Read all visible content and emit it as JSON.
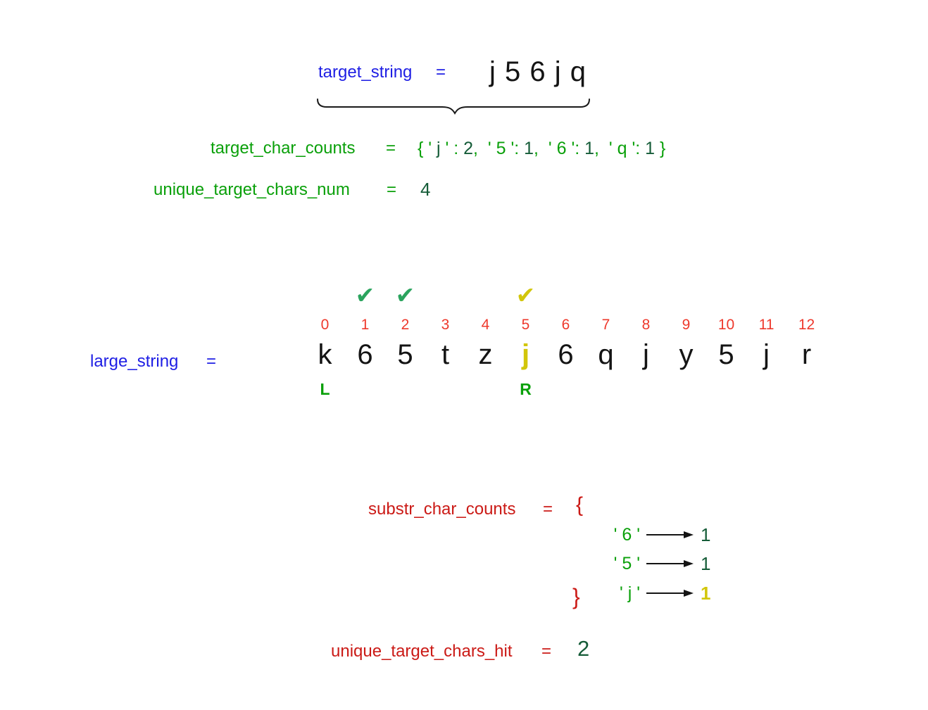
{
  "colors": {
    "blue": "#1e1ee4",
    "label-red": "#cb1a16",
    "index-red": "#ee392c",
    "green-bright": "#0aa00a",
    "green-dark": "#155c38",
    "check-green": "#2ba45e",
    "yellow": "#d2c60b",
    "ink": "#141414",
    "background": "#ffffff"
  },
  "target_string": {
    "label": "target_string",
    "equals": "=",
    "value": "j 5 6 j q"
  },
  "target_char_counts": {
    "label": "target_char_counts",
    "equals": "=",
    "tokens": [
      {
        "text": "{ ' ",
        "tone": "bright"
      },
      {
        "text": "j",
        "tone": "dark"
      },
      {
        "text": " ' : ",
        "tone": "bright"
      },
      {
        "text": "2",
        "tone": "dark"
      },
      {
        "text": ",  ' ",
        "tone": "bright"
      },
      {
        "text": "5",
        "tone": "bright"
      },
      {
        "text": " ': ",
        "tone": "bright"
      },
      {
        "text": "1",
        "tone": "dark"
      },
      {
        "text": ",  ' ",
        "tone": "bright"
      },
      {
        "text": "6",
        "tone": "bright"
      },
      {
        "text": " ': ",
        "tone": "bright"
      },
      {
        "text": "1",
        "tone": "dark"
      },
      {
        "text": ",  ' ",
        "tone": "bright"
      },
      {
        "text": "q",
        "tone": "bright"
      },
      {
        "text": " ': ",
        "tone": "bright"
      },
      {
        "text": "1",
        "tone": "dark"
      },
      {
        "text": " }",
        "tone": "bright"
      }
    ]
  },
  "unique_target_chars_num": {
    "label": "unique_target_chars_num",
    "equals": "=",
    "value": "4"
  },
  "large_string": {
    "label": "large_string",
    "equals": "=",
    "check_glyph": "✔",
    "columns": [
      {
        "index": "0",
        "char": "k",
        "check": null,
        "pointer": "L"
      },
      {
        "index": "1",
        "char": "6",
        "check": "green",
        "pointer": null
      },
      {
        "index": "2",
        "char": "5",
        "check": "green",
        "pointer": null
      },
      {
        "index": "3",
        "char": "t",
        "check": null,
        "pointer": null
      },
      {
        "index": "4",
        "char": "z",
        "check": null,
        "pointer": null
      },
      {
        "index": "5",
        "char": "j",
        "check": "yellow",
        "pointer": "R",
        "char_tone": "yellow"
      },
      {
        "index": "6",
        "char": "6",
        "check": null,
        "pointer": null
      },
      {
        "index": "7",
        "char": "q",
        "check": null,
        "pointer": null
      },
      {
        "index": "8",
        "char": "j",
        "check": null,
        "pointer": null
      },
      {
        "index": "9",
        "char": "y",
        "check": null,
        "pointer": null
      },
      {
        "index": "10",
        "char": "5",
        "check": null,
        "pointer": null
      },
      {
        "index": "11",
        "char": "j",
        "check": null,
        "pointer": null
      },
      {
        "index": "12",
        "char": "r",
        "check": null,
        "pointer": null
      }
    ]
  },
  "substr_char_counts": {
    "label": "substr_char_counts",
    "equals": "=",
    "open_brace": "{",
    "close_brace": "}",
    "entries": [
      {
        "key": "' 6 '",
        "value": "1",
        "value_tone": "dark"
      },
      {
        "key": "' 5 '",
        "value": "1",
        "value_tone": "dark"
      },
      {
        "key": "' j '",
        "value": "1",
        "value_tone": "yellow"
      }
    ]
  },
  "unique_target_chars_hit": {
    "label": "unique_target_chars_hit",
    "equals": "=",
    "value": "2"
  }
}
